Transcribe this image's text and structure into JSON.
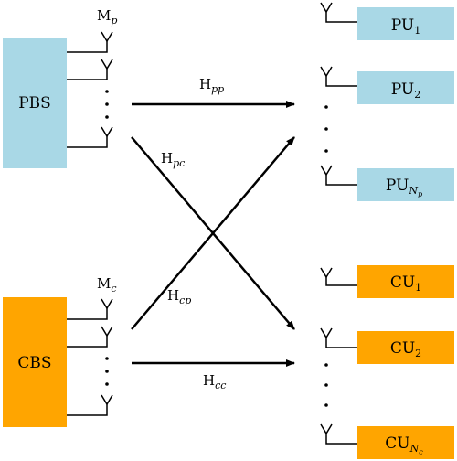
{
  "colors": {
    "primary_box": "#a9d8e6",
    "cognitive_box": "#ffa500",
    "line": "#000000"
  },
  "base_stations": {
    "primary": {
      "label": "PBS",
      "antenna_label": "M",
      "antenna_sub": "p"
    },
    "cognitive": {
      "label": "CBS",
      "antenna_label": "M",
      "antenna_sub": "c"
    }
  },
  "channels": [
    {
      "id": "pp",
      "label": "H",
      "sub": "pp"
    },
    {
      "id": "pc",
      "label": "H",
      "sub": "pc"
    },
    {
      "id": "cp",
      "label": "H",
      "sub": "cp"
    },
    {
      "id": "cc",
      "label": "H",
      "sub": "cc"
    }
  ],
  "primary_users": [
    {
      "label": "PU",
      "sub": "1"
    },
    {
      "label": "PU",
      "sub": "2"
    },
    {
      "label": "PU",
      "sub": "N",
      "subsub": "p"
    }
  ],
  "cognitive_users": [
    {
      "label": "CU",
      "sub": "1"
    },
    {
      "label": "CU",
      "sub": "2"
    },
    {
      "label": "CU",
      "sub": "N",
      "subsub": "c"
    }
  ]
}
